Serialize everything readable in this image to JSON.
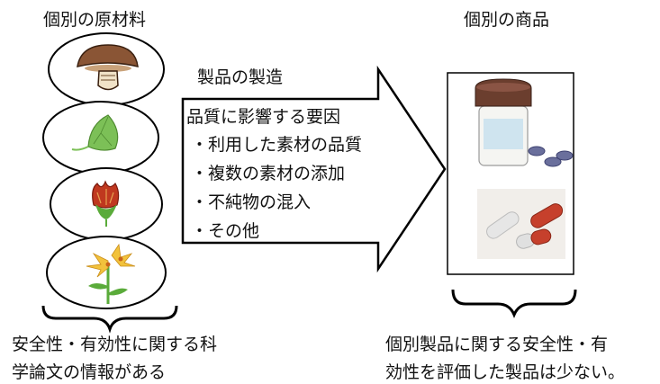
{
  "left_title": "個別の原材料",
  "right_title": "個別の商品",
  "arrow": {
    "label": "製品の製造",
    "heading": "品質に影響する要因",
    "factors": [
      "・利用した素材の品質",
      "・複数の素材の添加",
      "・不純物の混入",
      "・その他"
    ]
  },
  "materials": [
    "mushroom-icon",
    "ginkgo-leaf-icon",
    "flower-bud-icon",
    "lily-flower-icon"
  ],
  "products": [
    "supplement-bottle-icon",
    "capsules-icon"
  ],
  "left_caption": [
    "安全性・有効性に関する科",
    "学論文の情報がある"
  ],
  "right_caption": [
    "個別製品に関する安全性・有",
    "効性を評価した製品は少ない。"
  ],
  "colors": {
    "line": "#000000",
    "mushroom_cap": "#8a5535",
    "leaf": "#7cc057",
    "bud": "#c0381f",
    "lily": "#f2c23c",
    "stem": "#5aab3a",
    "bottle_cap": "#6b3e2e",
    "capsule": "#c6402c",
    "tablet": "#6a6f9c"
  }
}
